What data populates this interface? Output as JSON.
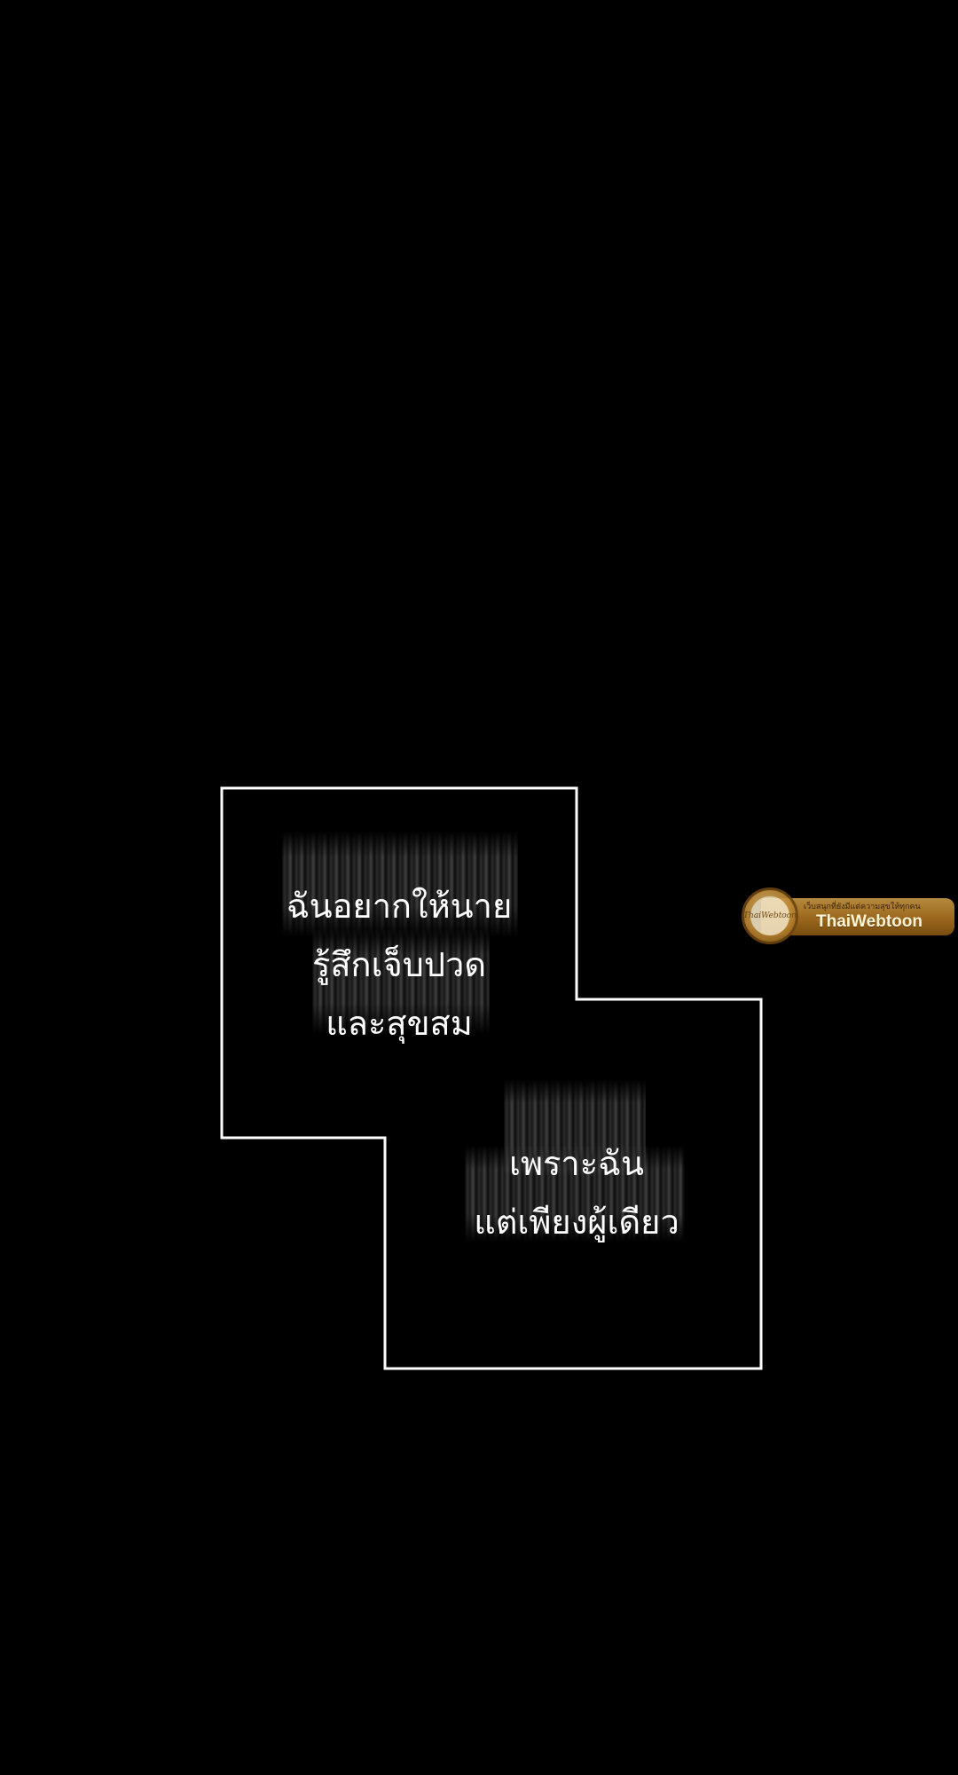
{
  "captions": [
    {
      "lines": [
        "ฉันอยากให้นาย",
        "รู้สึกเจ็บปวด",
        "และสุขสม"
      ]
    },
    {
      "lines": [
        "เพราะฉัน",
        "แต่เพียงผู้เดียว"
      ]
    }
  ],
  "watermark": {
    "badge_text": "ThaiWebtoon",
    "tagline": "เว็บสนุกที่ยังมีแต่ความสุขให้ทุกคน",
    "brand": "ThaiWebtoon"
  },
  "colors": {
    "background": "#000000",
    "frame": "#ffffff",
    "text": "#ffffff",
    "watermark_gold": "#c08a30"
  }
}
